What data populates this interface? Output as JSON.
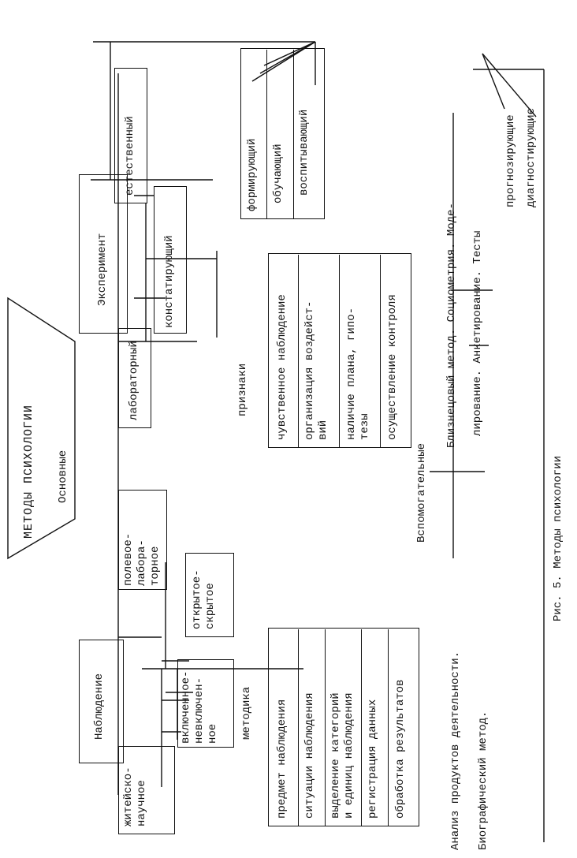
{
  "diagram": {
    "root": "МЕТОДЫ ПСИХОЛОГИИ",
    "basic_label": "Основные",
    "auxiliary_label": "Вспомогательные",
    "observation": {
      "title": "Наблюдение",
      "types": [
        "житейско-\nнаучное",
        "включенное-\nневключен-\nное",
        "открытое-\nскрытое",
        "полевое-\nлабора-\nторное"
      ],
      "method_label": "методика",
      "method_items": [
        "предмет наблюдения",
        "ситуации наблюдения",
        "выделение категорий\nи единиц наблюдения",
        "регистрация данных",
        "обработка результатов"
      ]
    },
    "experiment": {
      "title": "Эксперимент",
      "types": [
        "лабораторный",
        "естественный",
        "констатирующий",
        "формирующий",
        "обучающий",
        "воспитывающий"
      ],
      "features_label": "признаки",
      "features": [
        "чувственное наблюдение",
        "организация воздейст-\nвий",
        "наличие плана, гипо-\nтезы",
        "осуществление контроля"
      ]
    },
    "auxiliary": {
      "left_items": [
        "Анализ продуктов деятельности.",
        "Биографический метод."
      ],
      "right_line1": "Близнецовый метод. Социометрия. Моде-",
      "right_line2": "лирование. Анкетирование. Тесты",
      "tests_types": [
        "прогнозирующие",
        "диагностирующие"
      ]
    },
    "caption": "Рис. 5. Методы психологии"
  }
}
